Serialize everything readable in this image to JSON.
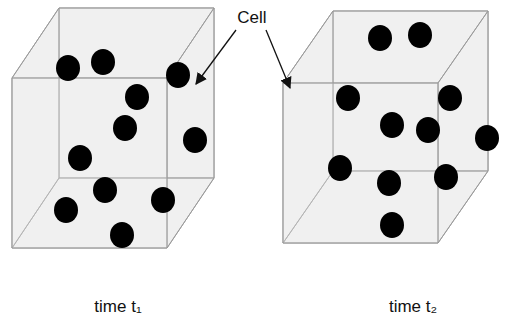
{
  "diagram": {
    "labels": [
      "Cell",
      "time t₁",
      "time t₂"
    ]
  }
}
